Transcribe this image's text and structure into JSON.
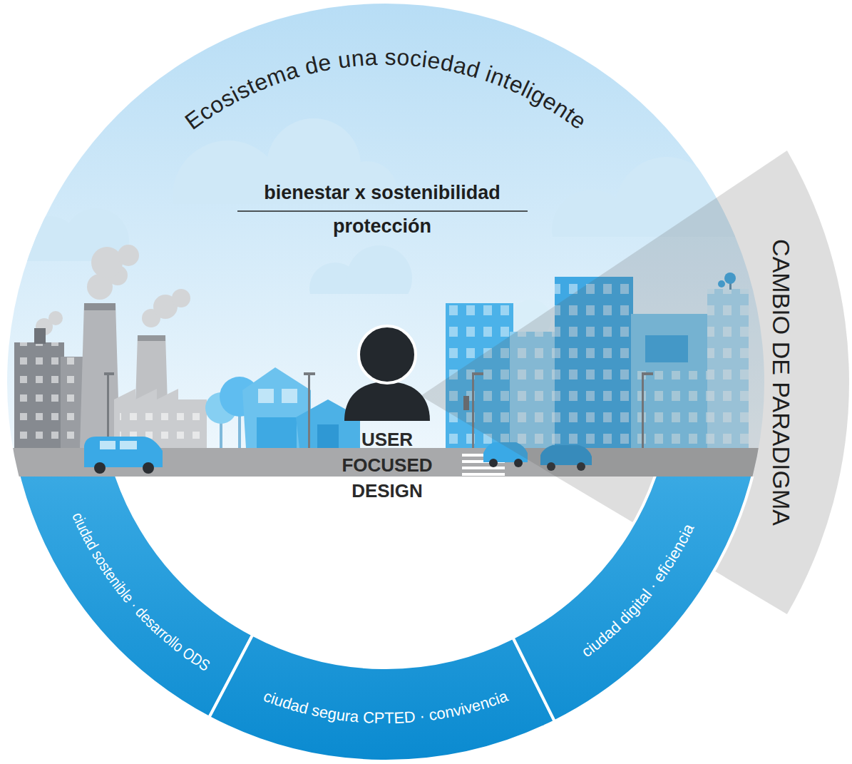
{
  "diagram": {
    "title": "Ecosistema de una sociedad inteligente",
    "nodes": [
      {
        "text": [
          "USER FOCUSED DESIGN"
        ]
      },
      {
        "text": [
          "CAMBIO DE PARADIGMA"
        ]
      },
      {
        "text": [
          "ciudad sostenible · desarrollo ODS"
        ]
      },
      {
        "text": [
          "ciudad segura CPTED · convivencia"
        ]
      },
      {
        "text": [
          "ciudad digital · eficiencia"
        ]
      }
    ],
    "labels": [
      "bienestar x sostenibilidad",
      "protección"
    ]
  }
}
